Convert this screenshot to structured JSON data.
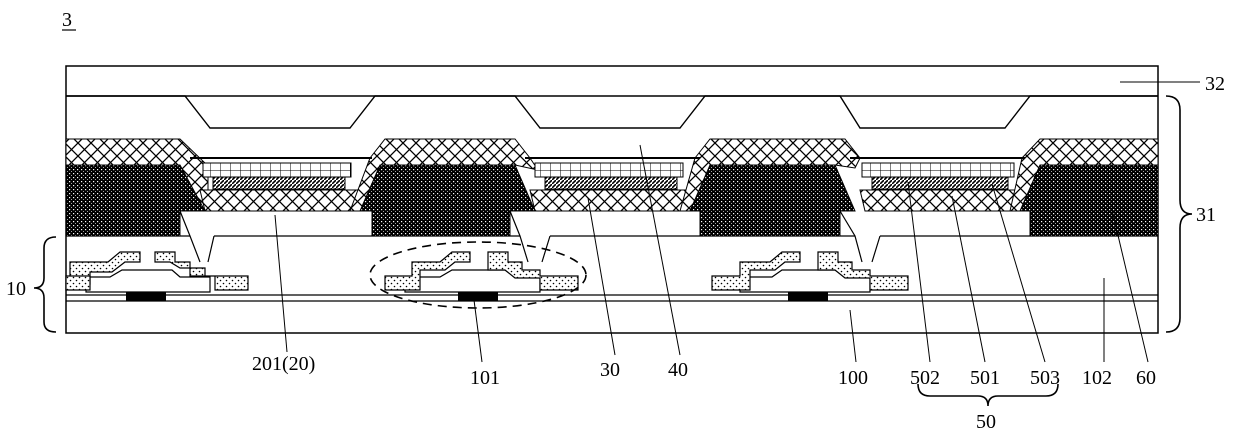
{
  "figure": {
    "number": "3",
    "labels": {
      "l32": "32",
      "l31": "31",
      "l10": "10",
      "l201": "201(20)",
      "l101": "101",
      "l30": "30",
      "l40": "40",
      "l100": "100",
      "l502": "502",
      "l501": "501",
      "l503": "503",
      "l102": "102",
      "l60": "60",
      "l50": "50"
    }
  }
}
